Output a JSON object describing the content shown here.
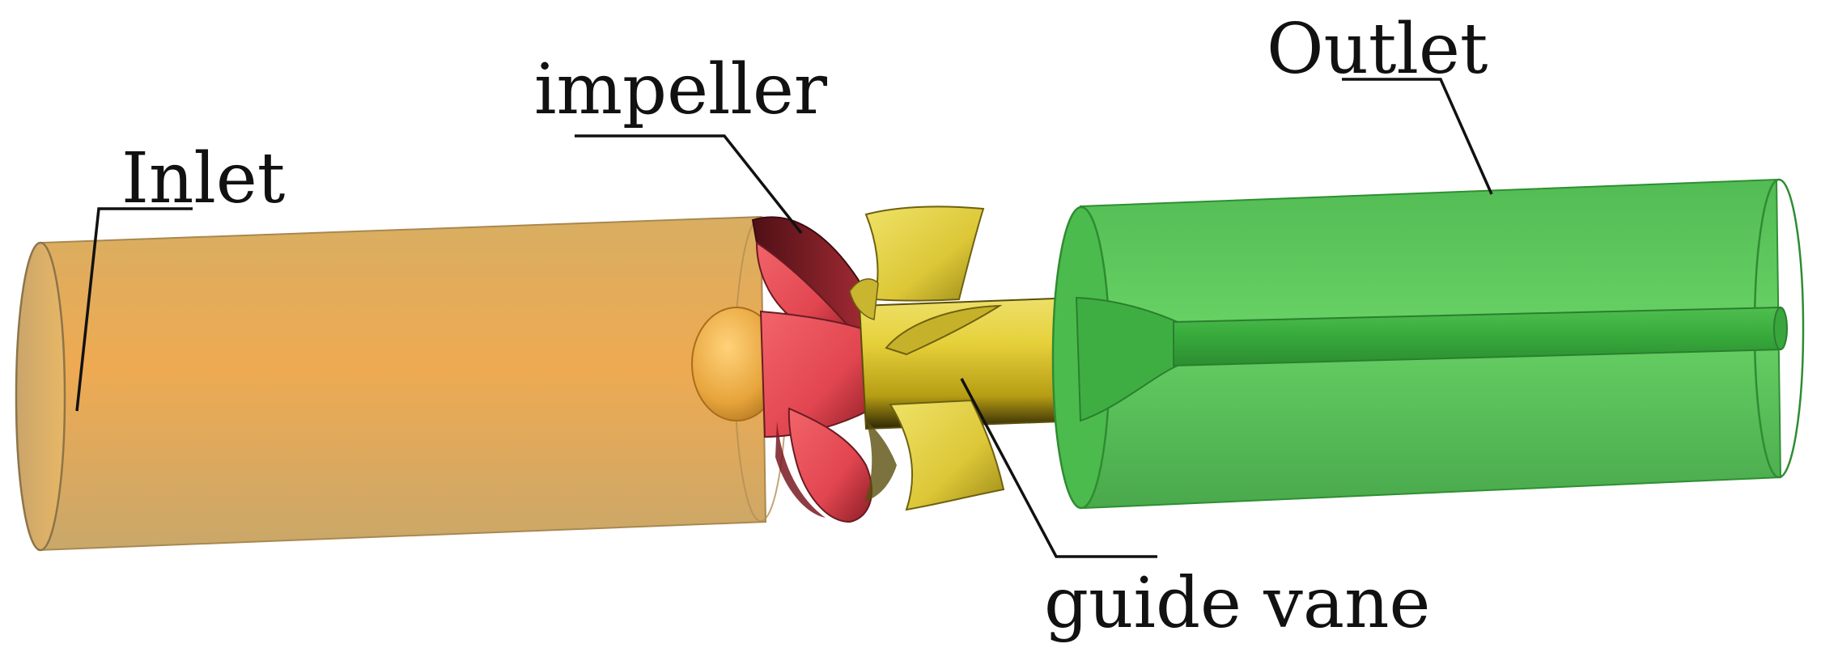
{
  "labels": {
    "inlet": "Inlet",
    "impeller": "impeller",
    "outlet": "Outlet",
    "guide_vane": "guide vane"
  },
  "colors": {
    "inlet_body": "#e4ad5a",
    "inlet_edge": "#a9884f",
    "impeller_body": "#e8525a",
    "impeller_dark": "#6a1c22",
    "guide_vane_body": "#e3d341",
    "guide_vane_dark": "#7a6c12",
    "outlet_body": "#57c657",
    "outlet_edge": "#2f8f33",
    "leader_line": "#111111",
    "background": "#ffffff"
  }
}
